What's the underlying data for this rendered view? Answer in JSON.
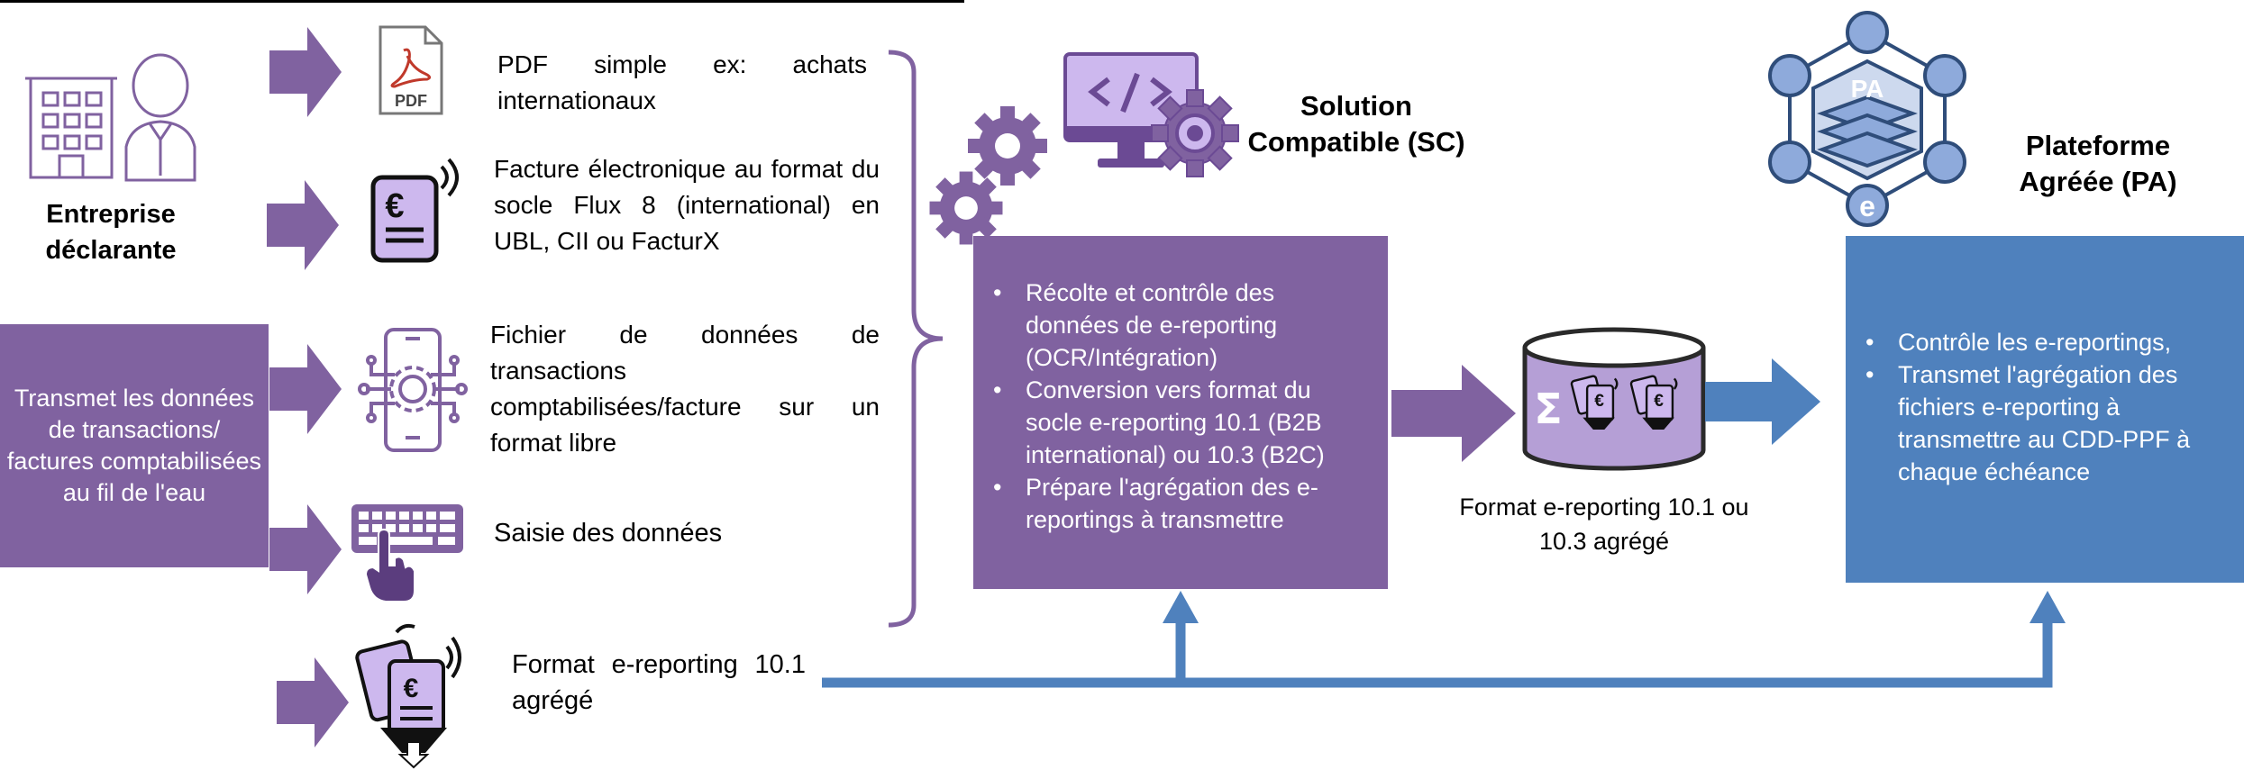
{
  "company": {
    "label": "Entreprise déclarante",
    "transmit_box": "Transmet les données de transactions/ factures comptabilisées au fil de l'eau"
  },
  "inputs": [
    {
      "icon": "pdf-icon",
      "icon_label": "PDF",
      "text": "PDF simple ex: achats internationaux"
    },
    {
      "icon": "euro-invoice-icon",
      "icon_label": "€",
      "text": "Facture électronique au format du socle Flux 8 (international) en UBL, CII ou FacturX"
    },
    {
      "icon": "phone-settings-icon",
      "text": "Fichier de données de transactions comptabilisées/facture sur un format libre"
    },
    {
      "icon": "keyboard-icon",
      "text": "Saisie des données"
    },
    {
      "icon": "aggregated-invoices-icon",
      "icon_label": "€",
      "text": "Format e-reporting 10.1 agrégé"
    }
  ],
  "solution": {
    "title": "Solution Compatible (SC)",
    "bullets": [
      "Récolte et contrôle des données de e-reporting (OCR/Intégration)",
      "Conversion vers format du socle e-reporting 10.1 (B2B international) ou 10.3 (B2C)",
      "Prépare l'agrégation des e-reportings à transmettre"
    ]
  },
  "middle": {
    "database_symbol": "Σ",
    "euro_symbol": "€",
    "caption": "Format e-reporting 10.1 ou 10.3 agrégé"
  },
  "platform": {
    "title": "Plateforme Agréée (PA)",
    "hub_label": "PA",
    "hub_bottom_label": "e",
    "bullets": [
      "Contrôle les e-reportings,",
      "Transmet l'agrégation des fichiers e-reporting à transmettre au CDD-PPF à chaque échéance"
    ]
  },
  "colors": {
    "purple": "#8062a0",
    "icon_fill": "#cdb8ee",
    "blue": "#4f81bd",
    "hub_fill": "#8eaadb",
    "hub_stroke": "#2f4d7a"
  }
}
